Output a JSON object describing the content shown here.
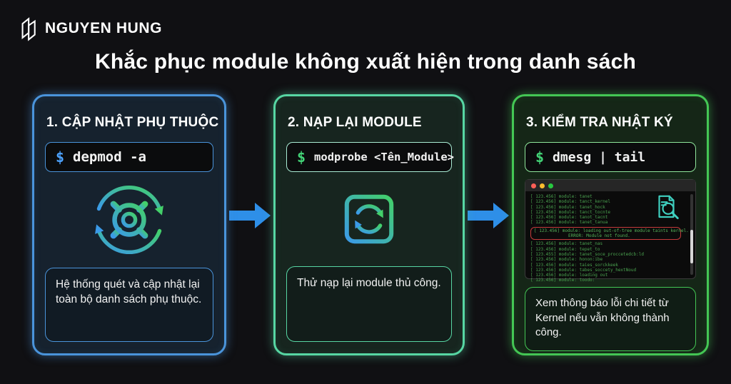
{
  "brand": {
    "name": "NGUYEN HUNG"
  },
  "title": "Khắc phục module không xuất hiện trong danh sách",
  "colors": {
    "background": "#101013",
    "step1_accent": "#4a94db",
    "step2_accent": "#57d6a3",
    "step3_accent": "#44c654",
    "arrow_blue": "#2e8fe8",
    "terminal_text_green": "#4aa24f",
    "error_highlight_red": "#c43b3b",
    "traffic_dots": [
      "#ff5f57",
      "#febc2e",
      "#28c840"
    ]
  },
  "steps": [
    {
      "heading": "1. CẬP NHẬT PHỤ THUỘC",
      "prompt": "$",
      "command": "depmod -a",
      "icon": "gear-sync-icon",
      "description": "Hệ thống quét và cập nhật lại toàn bộ danh sách phụ thuộc."
    },
    {
      "heading": "2. NẠP LẠI MODULE",
      "prompt": "$",
      "command": "modprobe <Tên_Module>",
      "icon": "chip-sync-icon",
      "description": "Thử nạp lại module thủ công."
    },
    {
      "heading": "3. KIỂM TRA NHẬT KÝ",
      "prompt": "$",
      "command": "dmesg | tail",
      "icon": "log-search-icon",
      "description": "Xem thông báo lỗi chi tiết từ Kernel nếu vẫn không thành công."
    }
  ],
  "terminal": {
    "lines_top": [
      "[  123.456] module: tanet",
      "[  123.456] module: tanct_kernel",
      "[  123.456] module: tanet_hock",
      "[  123.456] module: tanct_tocnte",
      "[  123.456] module: tanot_tacnt",
      "[  123.456] module: tanet_tanua"
    ],
    "error_lines": [
      "[  123.456] module: loading out-of-tree module taints kernel.",
      "ERROR: Module not found."
    ],
    "lines_bottom": [
      "[  123.456] module: tanet_nas",
      "[  123.456] module: tepet_to",
      "[  123.455] module: tanet_soce_proccetedcb:ld",
      "[  123.456] module: honon:ibe",
      "[  123.456] module: taies_sorckkeek",
      "[  123.456] module: tabes_soccety_hextNoud",
      "[  123.456] module: loading out",
      "[  123.456] module: toodo:"
    ]
  }
}
